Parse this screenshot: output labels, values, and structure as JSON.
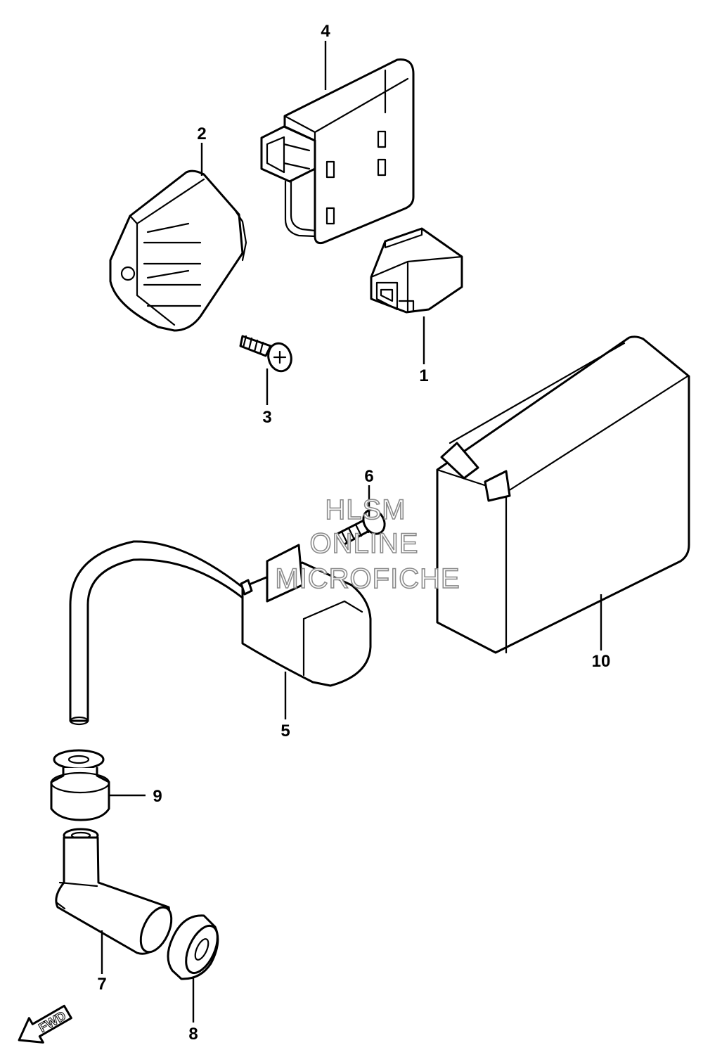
{
  "callouts": {
    "c1": "1",
    "c2": "2",
    "c3": "3",
    "c4": "4",
    "c5": "5",
    "c6": "6",
    "c7": "7",
    "c8": "8",
    "c9": "9",
    "c10": "10"
  },
  "watermark": {
    "line1": "HLSM",
    "line2": "ONLINE",
    "line3": "MICROFICHE"
  },
  "direction_arrow": {
    "label": "FWD"
  }
}
